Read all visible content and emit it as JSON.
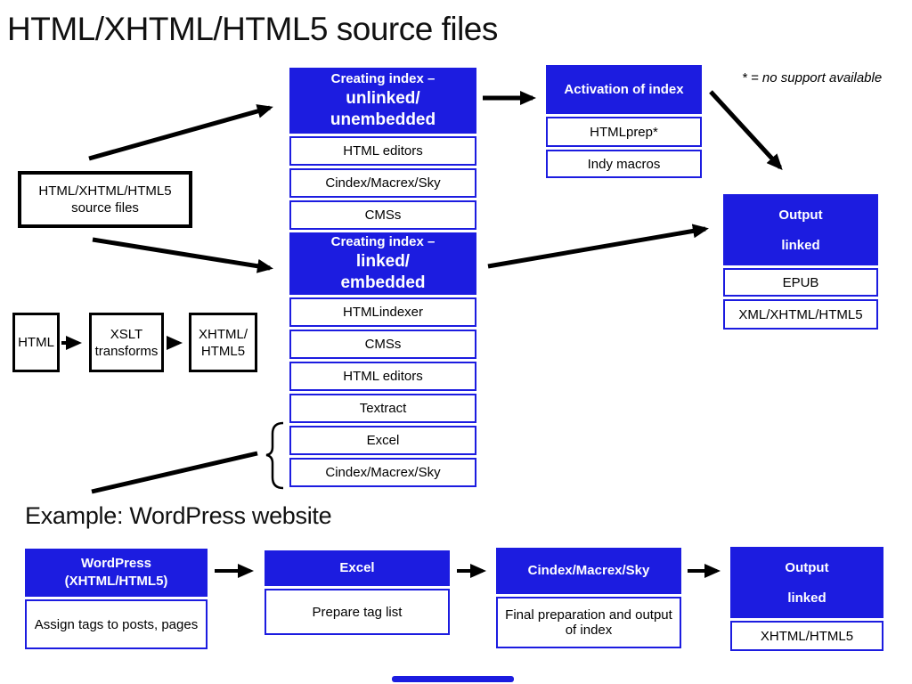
{
  "title": "HTML/XHTML/HTML5 source files",
  "note": "* = no support available",
  "colors": {
    "accent_blue": "#1c1ce0",
    "box_border_black": "#000000"
  },
  "boxes": {
    "source_files": {
      "line1": "HTML/XHTML/HTML5",
      "line2": "source files"
    },
    "creating_unlinked": {
      "header_line1": "Creating index –",
      "header_line2": "unlinked/",
      "header_line3": "unembedded",
      "rows": [
        "HTML editors",
        "Cindex/Macrex/Sky",
        "CMSs"
      ]
    },
    "activation": {
      "header": "Activation of index",
      "rows": [
        "HTMLprep*",
        "Indy macros"
      ]
    },
    "creating_linked": {
      "header_line1": "Creating index –",
      "header_line2": "linked/",
      "header_line3": "embedded",
      "rows": [
        "HTMLindexer",
        "CMSs",
        "HTML editors",
        "Textract",
        "Excel",
        "Cindex/Macrex/Sky"
      ]
    },
    "output_top": {
      "header_line1": "Output",
      "header_line2": "linked",
      "rows": [
        "EPUB",
        "XML/XHTML/HTML5"
      ]
    },
    "html_chain": {
      "html": "HTML",
      "xslt_line1": "XSLT",
      "xslt_line2": "transforms",
      "xhtml_line1": "XHTML/",
      "xhtml_line2": "HTML5"
    }
  },
  "example": {
    "heading": "Example: WordPress website",
    "wordpress": {
      "header_line1": "WordPress",
      "header_line2": "(XHTML/HTML5)",
      "body": "Assign tags to posts, pages"
    },
    "excel": {
      "header": "Excel",
      "body": "Prepare tag list"
    },
    "cindex": {
      "header": "Cindex/Macrex/Sky",
      "body": "Final preparation and output of index"
    },
    "output": {
      "header_line1": "Output",
      "header_line2": "linked",
      "body": "XHTML/HTML5"
    }
  }
}
